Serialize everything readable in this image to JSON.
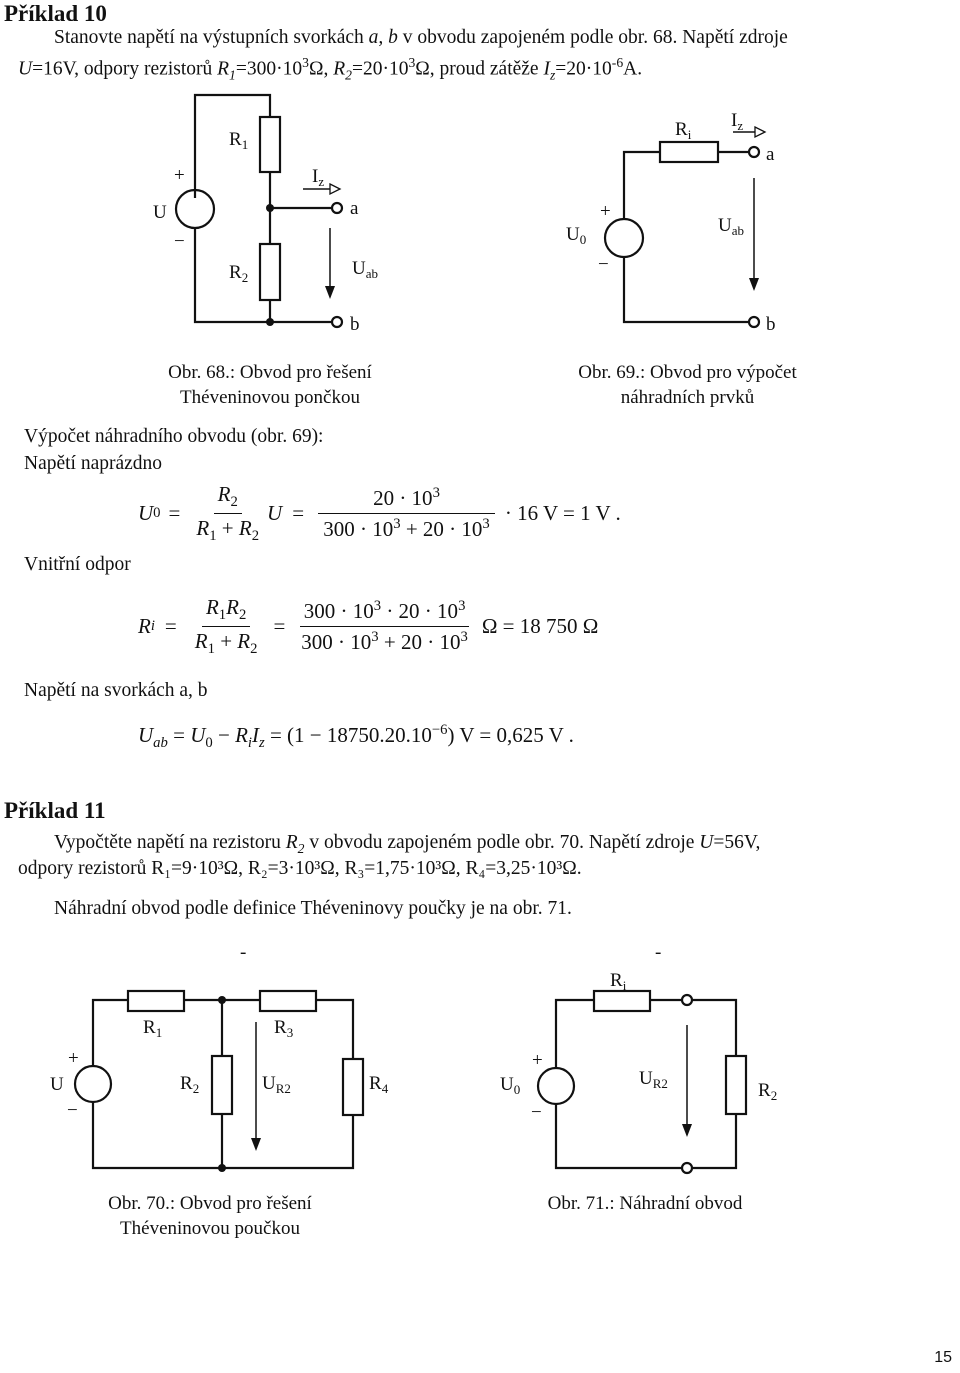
{
  "ex10": {
    "heading": "Příklad 10",
    "p1_a": "Stanovte napětí na výstupních svorkách",
    "p1_ab": "a, b",
    "p1_b": "v obvodu zapojeném podle obr. 68. Napětí zdroje",
    "p2_U": "U",
    "p2_a": "=16V, odpory rezistorů",
    "p2_R1": "R",
    "p2_R1sub": "1",
    "p2_b": "=300·10",
    "p2_bsup": "3",
    "p2_c": "Ω,",
    "p2_R2": "R",
    "p2_R2sub": "2",
    "p2_d": "=20·10",
    "p2_dsup": "3",
    "p2_e": "Ω, proud zátěže",
    "p2_Iz": "I",
    "p2_Izsub": "z",
    "p2_f": "=20·10",
    "p2_fsup": "-6",
    "p2_g": "A.",
    "fig68_caption_1": "Obr. 68.: Obvod pro řešení",
    "fig68_caption_2": "Théveninovou pončkou",
    "fig69_caption_1": "Obr. 69.: Obvod pro výpočet",
    "fig69_caption_2": "náhradních prvků",
    "calc_title": "Výpočet náhradního obvodu (obr. 69):",
    "sec_open": "Napětí naprázdno",
    "sec_ri": "Vnitřní odpor",
    "sec_uab": "Napětí na svorkách a, b",
    "eq1_result": "· 16 V = 1 V .",
    "eq2_result": "Ω = 18 750 Ω",
    "eq3": "= (1 − 18750.20.10",
    "eq3_sup": "−6",
    "eq3_end": ") V = 0,625 V ."
  },
  "ex11": {
    "heading": "Příklad 11",
    "p1_a": "Vypočtěte napětí na rezistoru",
    "p1_R2": "R",
    "p1_R2sub": "2",
    "p1_b": "v obvodu zapojeném podle obr. 70. Napětí zdroje",
    "p1_U": "U",
    "p1_c": "=56V,",
    "p2": "odpory rezistorů R₁=9·10³Ω, R₂=3·10³Ω, R₃=1,75·10³Ω, R₄=3,25·10³Ω.",
    "p3": "Náhradní obvod podle definice Théveninovy poučky je na obr. 71.",
    "fig70_caption_1": "Obr. 70.: Obvod pro řešení",
    "fig70_caption_2": "Théveninovou poučkou",
    "fig71_caption": "Obr. 71.: Náhradní obvod"
  },
  "fig68": {
    "U": "U",
    "R1": "R₁",
    "R2": "R₂",
    "Iz": "I_z",
    "a": "a",
    "b": "b",
    "Uab": "U_ab",
    "plus": "+",
    "minus": "−"
  },
  "fig69": {
    "Ri": "Rᵢ",
    "Iz": "I_z",
    "U0": "U₀",
    "Uab": "U_ab",
    "a": "a",
    "b": "b",
    "plus": "+",
    "minus": "−"
  },
  "fig70": {
    "U": "U",
    "R1": "R₁",
    "R2": "R₂",
    "R3": "R₃",
    "R4": "R₄",
    "UR2": "U_R2",
    "plus": "+",
    "minus": "−",
    "dash": "-"
  },
  "fig71": {
    "Ri": "Rᵢ",
    "U0": "U₀",
    "UR2": "U_R2",
    "R2": "R₂",
    "plus": "+",
    "minus": "−",
    "dash": "-"
  },
  "page_number": "15"
}
